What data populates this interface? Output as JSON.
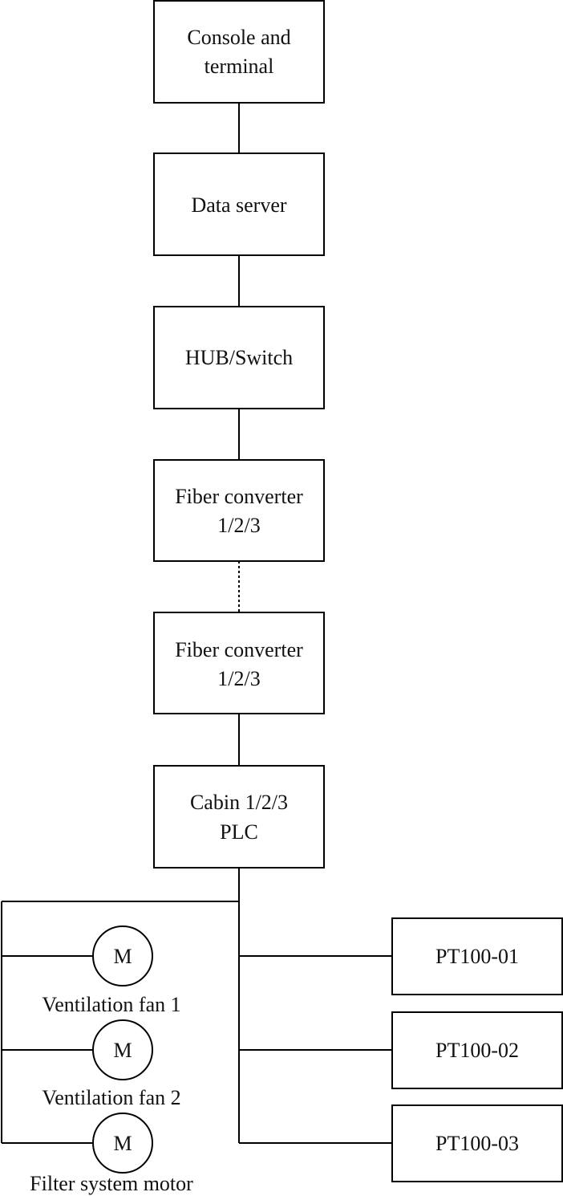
{
  "nodes": {
    "console": [
      "Console and",
      "terminal"
    ],
    "data_server": [
      "Data server"
    ],
    "hub_switch": [
      "HUB/Switch"
    ],
    "fiber_converter_top": [
      "Fiber converter",
      "1/2/3"
    ],
    "fiber_converter_bottom": [
      "Fiber converter",
      "1/2/3"
    ],
    "cabin_plc": [
      "Cabin 1/2/3",
      "PLC"
    ]
  },
  "motors": [
    {
      "symbol": "M",
      "label": "Ventilation fan 1"
    },
    {
      "symbol": "M",
      "label": "Ventilation fan 2"
    },
    {
      "symbol": "M",
      "label": "Filter system motor"
    }
  ],
  "sensors": [
    "PT100-01",
    "PT100-02",
    "PT100-03"
  ]
}
